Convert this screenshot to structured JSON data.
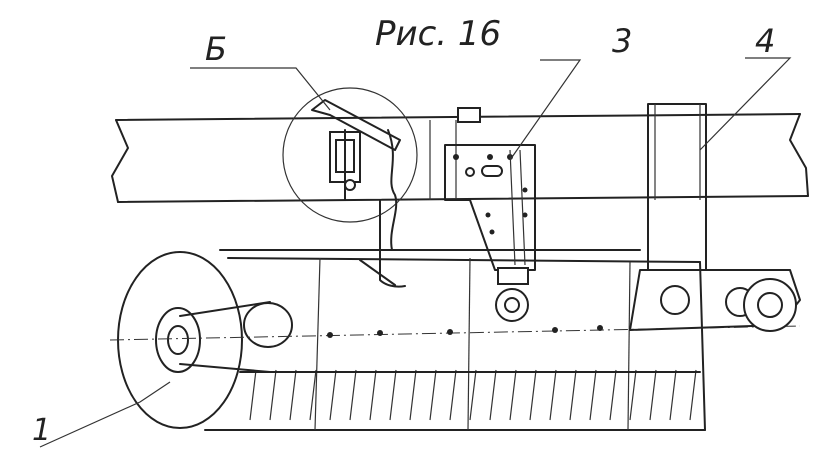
{
  "figure": {
    "caption": "Рис. 16"
  },
  "callouts": [
    {
      "id": "callout-b",
      "label": "Б"
    },
    {
      "id": "callout-1",
      "label": "1"
    },
    {
      "id": "callout-3",
      "label": "3"
    },
    {
      "id": "callout-4",
      "label": "4"
    }
  ],
  "colors": {
    "ink": "#222222",
    "paper": "#ffffff"
  }
}
